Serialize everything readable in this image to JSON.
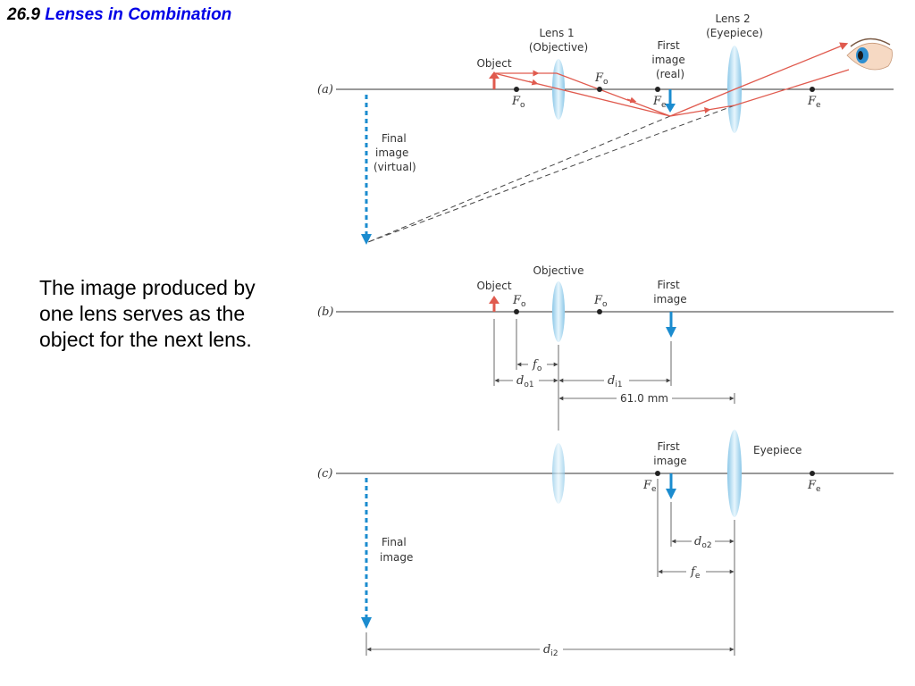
{
  "title": {
    "number": "26.9",
    "topic": "Lenses in Combination"
  },
  "body_text": "The image produced by one lens serves as the object for the next lens.",
  "colors": {
    "ray": "#e05a4e",
    "image_arrow": "#1b8ccf",
    "lens": "#a9d8f0",
    "title_blue": "#0000e6"
  },
  "diagram": {
    "panel_a": {
      "tag": "(a)",
      "lens1": [
        "Lens 1",
        "(Objective)"
      ],
      "lens2": [
        "Lens 2",
        "(Eyepiece)"
      ],
      "object": "Object",
      "first_image": [
        "First",
        "image",
        "(real)"
      ],
      "final_image": [
        "Final",
        "image",
        "(virtual)"
      ],
      "focal_o": {
        "main": "F",
        "sub": "o"
      },
      "focal_e": {
        "main": "F",
        "sub": "e"
      }
    },
    "panel_b": {
      "tag": "(b)",
      "objective": "Objective",
      "object": "Object",
      "first_image": [
        "First",
        "image"
      ],
      "f_o": {
        "main": "f",
        "sub": "o"
      },
      "d_o1": {
        "main": "d",
        "sub": "o1"
      },
      "d_i1": {
        "main": "d",
        "sub": "i1"
      },
      "distance": "61.0 mm"
    },
    "panel_c": {
      "tag": "(c)",
      "first_image": [
        "First",
        "image"
      ],
      "eyepiece": "Eyepiece",
      "final_image": [
        "Final",
        "image"
      ],
      "d_o2": {
        "main": "d",
        "sub": "o2"
      },
      "f_e": {
        "main": "f",
        "sub": "e"
      },
      "d_i2": {
        "main": "d",
        "sub": "i2"
      }
    }
  }
}
